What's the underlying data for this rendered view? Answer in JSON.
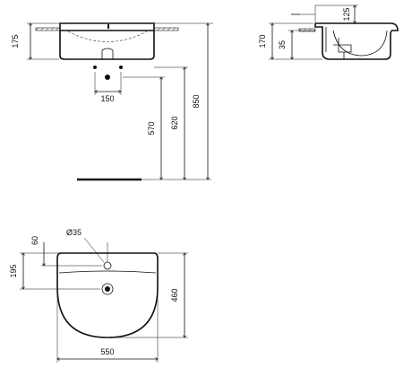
{
  "dimensions": {
    "front_height": "175",
    "tap_spacing": "150",
    "tap_center_height": "570",
    "outlet_height": "620",
    "rim_height": "850",
    "side_depth": "125",
    "side_height": "170",
    "side_small": "35",
    "tap_hole_diameter": "Ø35",
    "tap_hole_offset": "60",
    "tap_hole_depth": "195",
    "basin_depth": "460",
    "basin_width": "550"
  }
}
